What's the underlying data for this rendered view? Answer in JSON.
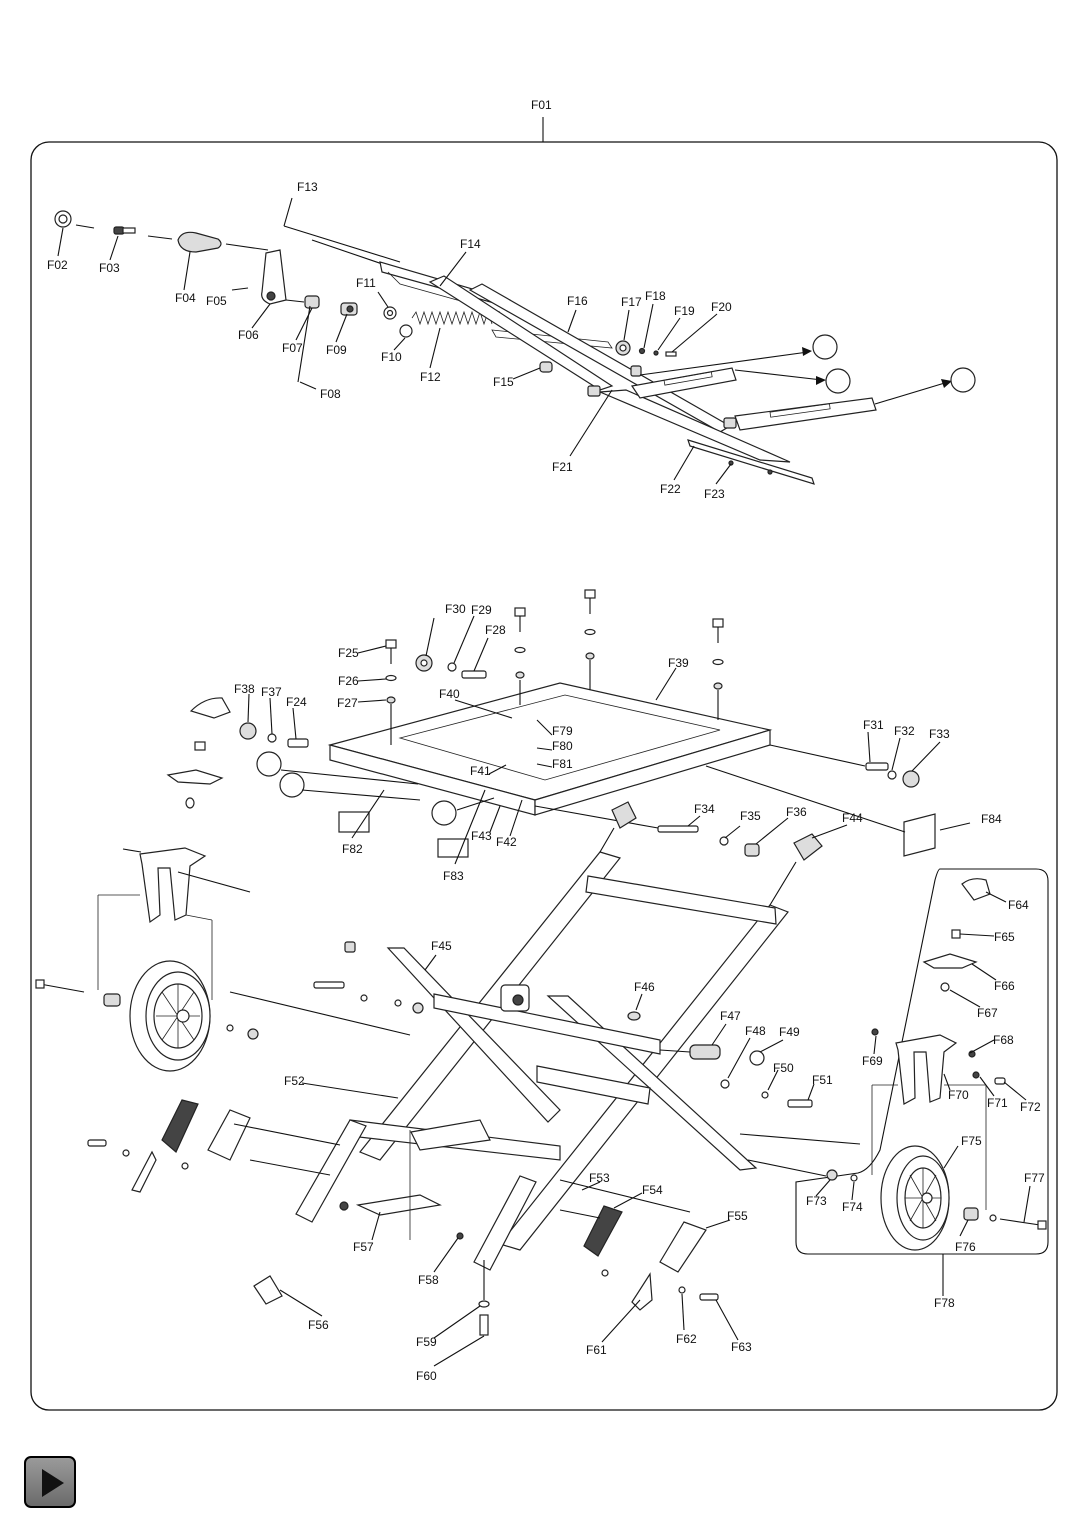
{
  "diagram": {
    "assembly_label": "F01",
    "upper_labels": [
      "F02",
      "F03",
      "F04",
      "F05",
      "F06",
      "F07",
      "F08",
      "F09",
      "F10",
      "F11",
      "F12",
      "F13",
      "F14",
      "F15",
      "F16",
      "F17",
      "F18",
      "F19",
      "F20",
      "F21",
      "F22",
      "F23"
    ],
    "lower_labels": [
      "F24",
      "F25",
      "F26",
      "F27",
      "F28",
      "F29",
      "F30",
      "F31",
      "F32",
      "F33",
      "F34",
      "F35",
      "F36",
      "F37",
      "F38",
      "F39",
      "F40",
      "F41",
      "F42",
      "F43",
      "F44",
      "F45",
      "F46",
      "F47",
      "F48",
      "F49",
      "F50",
      "F51",
      "F52",
      "F53",
      "F54",
      "F55",
      "F56",
      "F57",
      "F58",
      "F59",
      "F60",
      "F61",
      "F62",
      "F63",
      "F79",
      "F80",
      "F81",
      "F82",
      "F83",
      "F84"
    ],
    "wheel_kit_labels": [
      "F64",
      "F65",
      "F66",
      "F67",
      "F68",
      "F69",
      "F70",
      "F71",
      "F72",
      "F73",
      "F74",
      "F75",
      "F76",
      "F77",
      "F78"
    ]
  },
  "navigation": {
    "play_button_icon": "play-icon"
  }
}
